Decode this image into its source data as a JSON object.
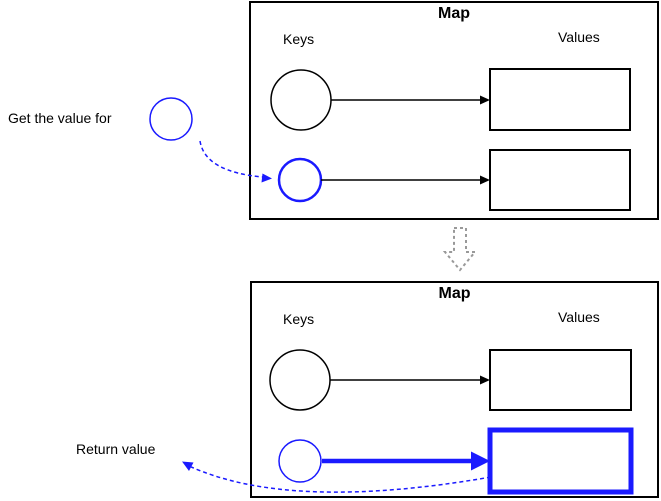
{
  "diagram": {
    "colors": {
      "highlight_blue": "#1a1aff",
      "shape_black": "#000000",
      "transition_gray": "#999999",
      "background": "#ffffff"
    },
    "annotations": {
      "get_value_label": "Get the value for",
      "return_value_label": "Return value"
    },
    "panels": [
      {
        "title": "Map",
        "keys_label": "Keys",
        "values_label": "Values"
      },
      {
        "title": "Map",
        "keys_label": "Keys",
        "values_label": "Values"
      }
    ],
    "transition_arrow_icon": "dashed-down-arrow"
  }
}
